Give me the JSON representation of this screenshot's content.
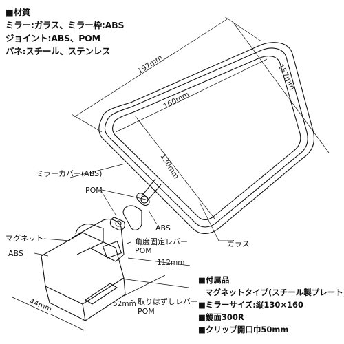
{
  "materials": {
    "heading": "■材質",
    "lines": [
      "ミラー:ガラス、ミラー枠:ABS",
      "ジョイント:ABS、POM",
      "バネ:スチール、ステンレス"
    ]
  },
  "dimensions": {
    "top_width": "197mm",
    "top_height": "157mm",
    "inner_width": "160mm",
    "inner_height": "130mm",
    "clip_length": "112mm",
    "base_width": "44mm",
    "base_depth": "52mm"
  },
  "labels": {
    "mirror_cover": "ミラーカバー(ABS)",
    "pom_top": "POM",
    "abs_joint": "ABS",
    "glass": "ガラス",
    "magnet": "マグネット",
    "abs_base": "ABS",
    "angle_lever": "角度固定レバー",
    "angle_lever_pom": "POM",
    "release_lever": "取りはずしレバー",
    "release_lever_pom": "POM"
  },
  "accessories": {
    "heading": "■付属品",
    "magnet_type_line1": "マグネットタイプ(スチール製プレート)",
    "mirror_size": "■ミラーサイズ:縦130×160",
    "curvature": "■鏡面300R",
    "clip_opening": "■クリップ開口巾50mm"
  }
}
